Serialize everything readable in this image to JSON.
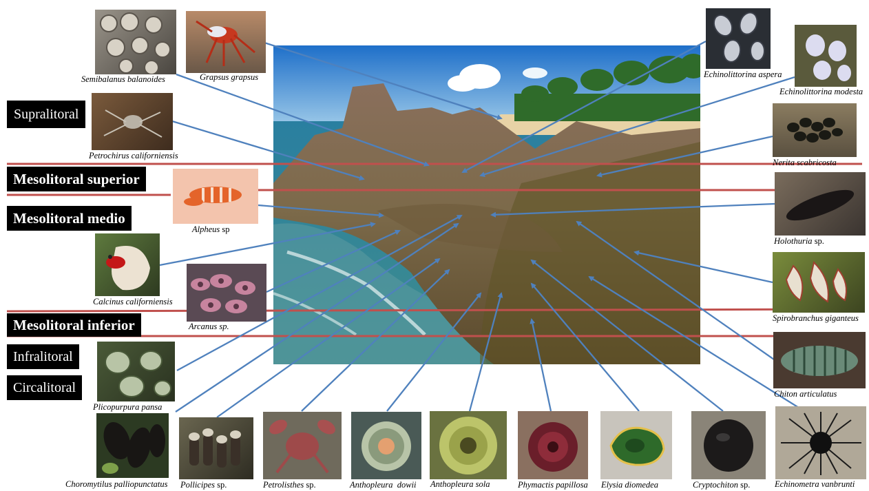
{
  "zones": [
    {
      "id": "supralitoral",
      "label": "Supralitoral"
    },
    {
      "id": "meso-sup",
      "label": "Mesolitoral superior"
    },
    {
      "id": "meso-med",
      "label": "Mesolitoral medio"
    },
    {
      "id": "meso-inf",
      "label": "Mesolitoral inferior"
    },
    {
      "id": "infra",
      "label": "Infralitoral"
    },
    {
      "id": "circa",
      "label": "Circalitoral"
    }
  ],
  "species": [
    {
      "id": "semibalanus",
      "genus": "Semibalanus balanoides",
      "suffix": ""
    },
    {
      "id": "grapsus",
      "genus": "Grapsus grapsus",
      "suffix": ""
    },
    {
      "id": "petrochirus",
      "genus": "Petrochirus californiensis",
      "suffix": ""
    },
    {
      "id": "alpheus",
      "genus": "Alpheus",
      "suffix": " sp"
    },
    {
      "id": "calcinus",
      "genus": "Calcinus californiensis",
      "suffix": ""
    },
    {
      "id": "arcanus",
      "genus": "Arcanus sp.",
      "suffix": ""
    },
    {
      "id": "plicopurpura",
      "genus": "Plicopurpura pansa",
      "suffix": ""
    },
    {
      "id": "choromytilus",
      "genus": "Choromytilus palliopunctatus",
      "suffix": ""
    },
    {
      "id": "pollicipes",
      "genus": "Pollicipes",
      "suffix": " sp."
    },
    {
      "id": "petrolisthes",
      "genus": "Petrolisthes",
      "suffix": " sp."
    },
    {
      "id": "dowii",
      "genus": "Anthopleura  dowii",
      "suffix": ""
    },
    {
      "id": "sola",
      "genus": "Anthopleura sola",
      "suffix": ""
    },
    {
      "id": "phymactis",
      "genus": "Phymactis papillosa",
      "suffix": ""
    },
    {
      "id": "elysia",
      "genus": "Elysia diomedea",
      "suffix": ""
    },
    {
      "id": "cryptochiton",
      "genus": "Cryptochiton",
      "suffix": " sp."
    },
    {
      "id": "echinometra",
      "genus": "Echinometra vanbrunti",
      "suffix": ""
    },
    {
      "id": "echino-aspera",
      "genus": "Echinolittorina aspera",
      "suffix": ""
    },
    {
      "id": "echino-modesta",
      "genus": "Echinolittorina modesta",
      "suffix": ""
    },
    {
      "id": "nerita",
      "genus": "Nerita scabricosta",
      "suffix": ""
    },
    {
      "id": "holothuria",
      "genus": "Holothuria",
      "suffix": " sp."
    },
    {
      "id": "spirobranchus",
      "genus": "Spirobranchus giganteus",
      "suffix": ""
    },
    {
      "id": "chiton",
      "genus": "Chiton articulatus",
      "suffix": ""
    }
  ],
  "colors": {
    "zone_line": "#c0504d",
    "arrow": "#4f81bd",
    "label_bg": "#000000"
  }
}
